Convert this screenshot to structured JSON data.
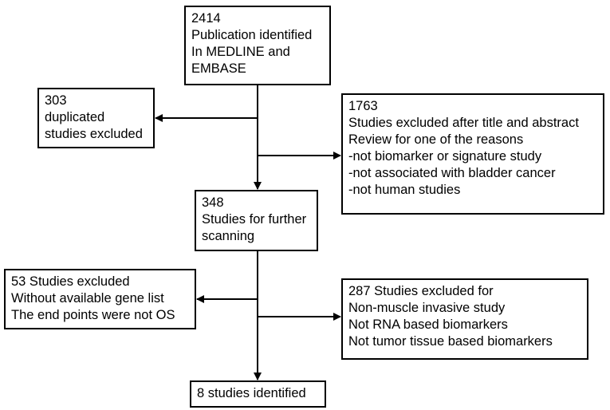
{
  "diagram": {
    "boxes": [
      {
        "id": "identified",
        "lines": [
          "2414",
          "Publication identified",
          "In MEDLINE and",
          "EMBASE"
        ]
      },
      {
        "id": "duplicates",
        "lines": [
          "303",
          "duplicated",
          "studies excluded"
        ]
      },
      {
        "id": "title-excl",
        "lines": [
          "1763",
          "Studies excluded after title and abstract",
          "Review for one of the reasons",
          "-not biomarker or signature study",
          "-not associated with bladder cancer",
          "-not human studies"
        ]
      },
      {
        "id": "scanning",
        "lines": [
          "348",
          "Studies for further",
          "scanning"
        ]
      },
      {
        "id": "excl-53",
        "lines": [
          "53 Studies excluded",
          "Without available gene list",
          "The end points were not OS"
        ]
      },
      {
        "id": "excl-287",
        "lines": [
          "287 Studies excluded for",
          "Non-muscle invasive study",
          "Not RNA based biomarkers",
          "Not tumor tissue based  biomarkers"
        ]
      },
      {
        "id": "final",
        "lines": [
          "8 studies identified"
        ]
      }
    ]
  }
}
